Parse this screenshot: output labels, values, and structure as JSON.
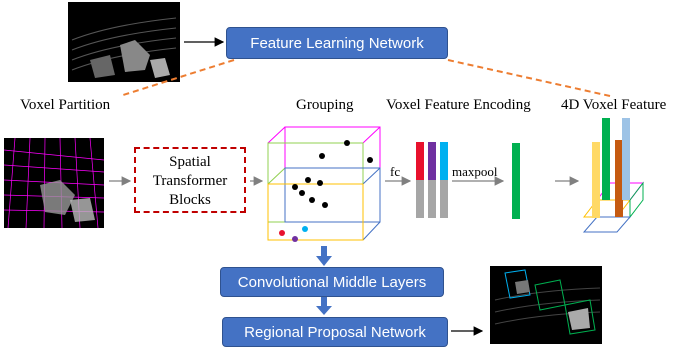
{
  "boxes": {
    "feature_learning": "Feature Learning Network",
    "conv_middle": "Convolutional Middle Layers",
    "rpn": "Regional Proposal Network"
  },
  "labels": {
    "voxel_partition": "Voxel Partition",
    "grouping": "Grouping",
    "vfe": "Voxel Feature Encoding",
    "voxel4d": "4D Voxel Feature",
    "fc": "fc",
    "maxpool": "maxpool"
  },
  "spatial_transformer": {
    "line1": "Spatial",
    "line2": "Transformer",
    "line3": "Blocks"
  },
  "colors": {
    "box_fill": "#4472c4",
    "dashed_orange": "#ed7d31",
    "red": "#e8112d",
    "purple": "#7030a0",
    "cyan": "#00b0f0",
    "green": "#00b050",
    "yellow": "#ffd966",
    "brown": "#c55a11",
    "lightblue": "#9dc3e6",
    "magenta": "#ff00ff"
  }
}
